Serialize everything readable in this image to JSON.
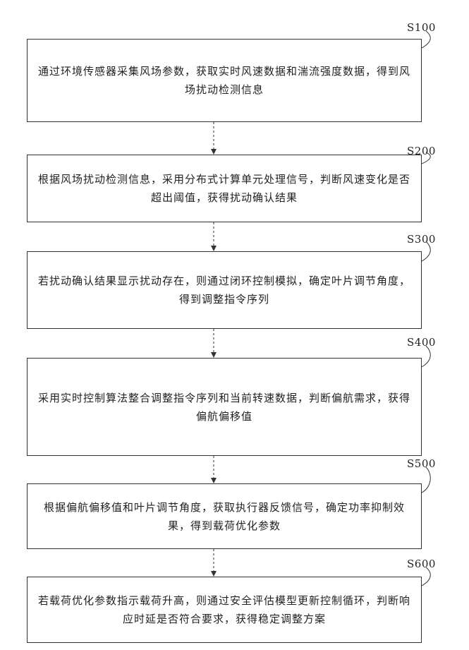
{
  "steps": [
    {
      "label": "S100",
      "text": "通过环境传感器采集风场参数，获取实时风速数据和湍流强度数据，得到风场扰动检测信息"
    },
    {
      "label": "S200",
      "text": "根据风场扰动检测信息，采用分布式计算单元处理信号，判断风速变化是否超出阈值，获得扰动确认结果"
    },
    {
      "label": "S300",
      "text": "若扰动确认结果显示扰动存在，则通过闭环控制模拟，确定叶片调节角度，得到调整指令序列"
    },
    {
      "label": "S400",
      "text": "采用实时控制算法整合调整指令序列和当前转速数据，判断偏航需求，获得偏航偏移值"
    },
    {
      "label": "S500",
      "text": "根据偏航偏移值和叶片调节角度，获取执行器反馈信号，确定功率抑制效果，得到载荷优化参数"
    },
    {
      "label": "S600",
      "text": "若载荷优化参数指示载荷升高，则通过安全评估模型更新控制循环，判断响应时延是否符合要求，获得稳定调整方案"
    }
  ]
}
